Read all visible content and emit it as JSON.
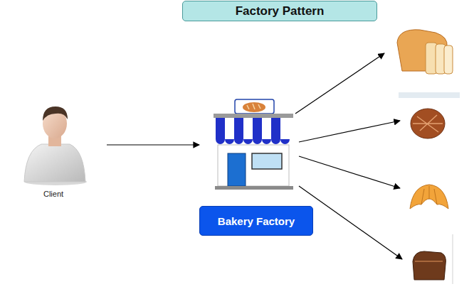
{
  "diagram": {
    "title": "Factory Pattern",
    "nodes": [
      {
        "text": [
          "Client"
        ]
      },
      {
        "text": [
          "Bakery Factory"
        ]
      }
    ],
    "edges": [
      {
        "from": 0,
        "to": 1,
        "arrow": "to"
      }
    ]
  }
}
